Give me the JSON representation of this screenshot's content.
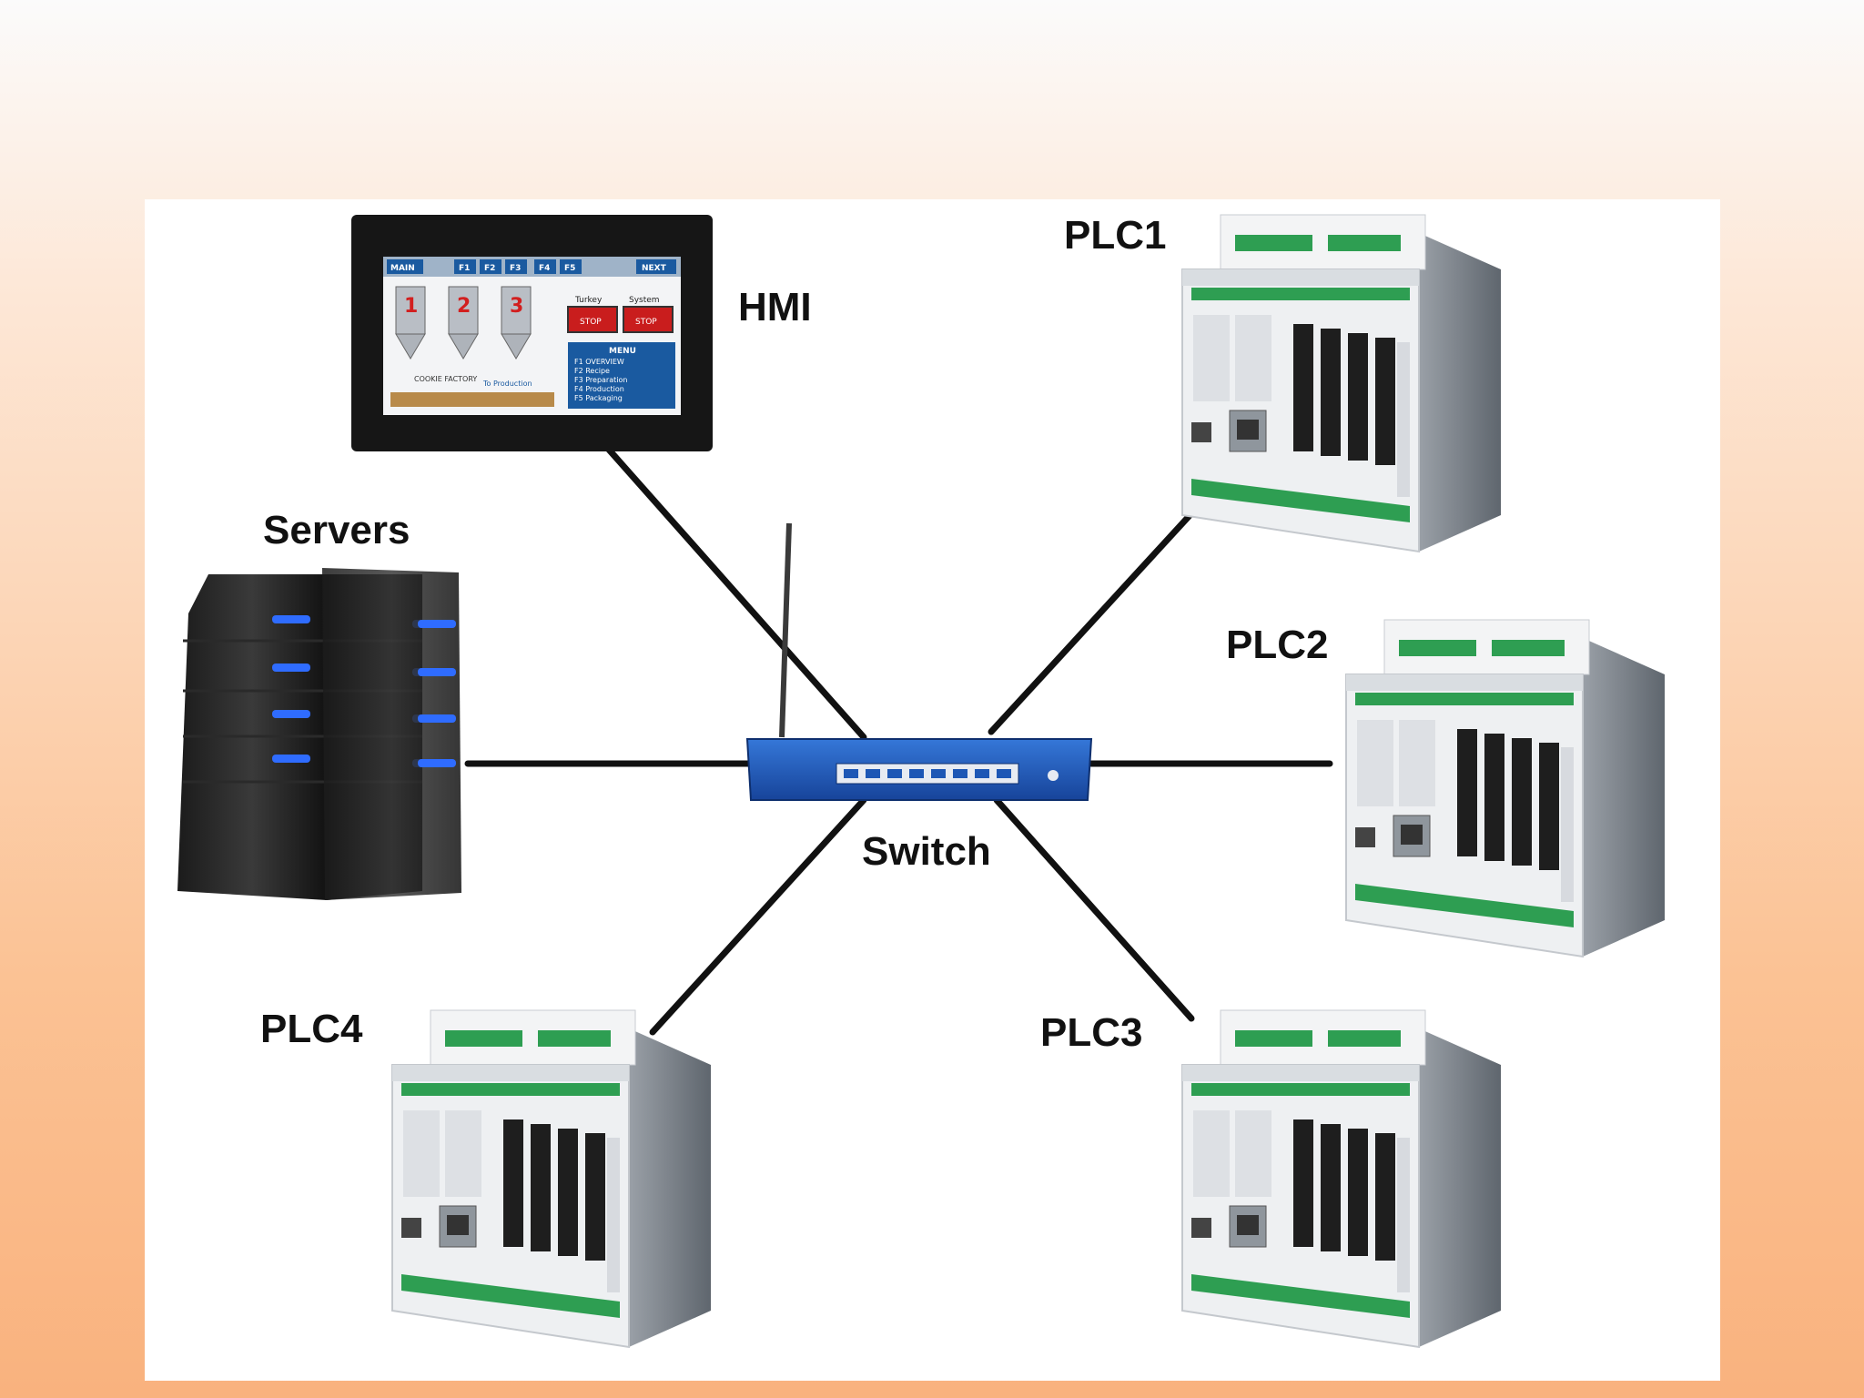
{
  "labels": {
    "hmi": "HMI",
    "servers": "Servers",
    "switch": "Switch",
    "plc1": "PLC1",
    "plc2": "PLC2",
    "plc3": "PLC3",
    "plc4": "PLC4"
  },
  "hmi_screen": {
    "tabs": [
      "MAIN",
      "F1",
      "F2",
      "F3",
      "F4",
      "F5",
      "NEXT"
    ],
    "silo_numbers": [
      "1",
      "2",
      "3"
    ],
    "button_headers": [
      "Turkey",
      "System"
    ],
    "buttons": [
      "STOP",
      "STOP"
    ],
    "menu_title": "MENU",
    "menu_items": [
      "F1 OVERVIEW",
      "F2 Recipe",
      "F3 Preparation",
      "F4 Production",
      "F5 Packaging"
    ],
    "banner_left": "COOKIE FACTORY",
    "banner_right": "To Production"
  },
  "colors": {
    "cable": "#111111",
    "switch_body": "#1d57b5",
    "server_led": "#2f6cff",
    "plc_body": "#eef0f2",
    "plc_terminal": "#2e9e52"
  }
}
